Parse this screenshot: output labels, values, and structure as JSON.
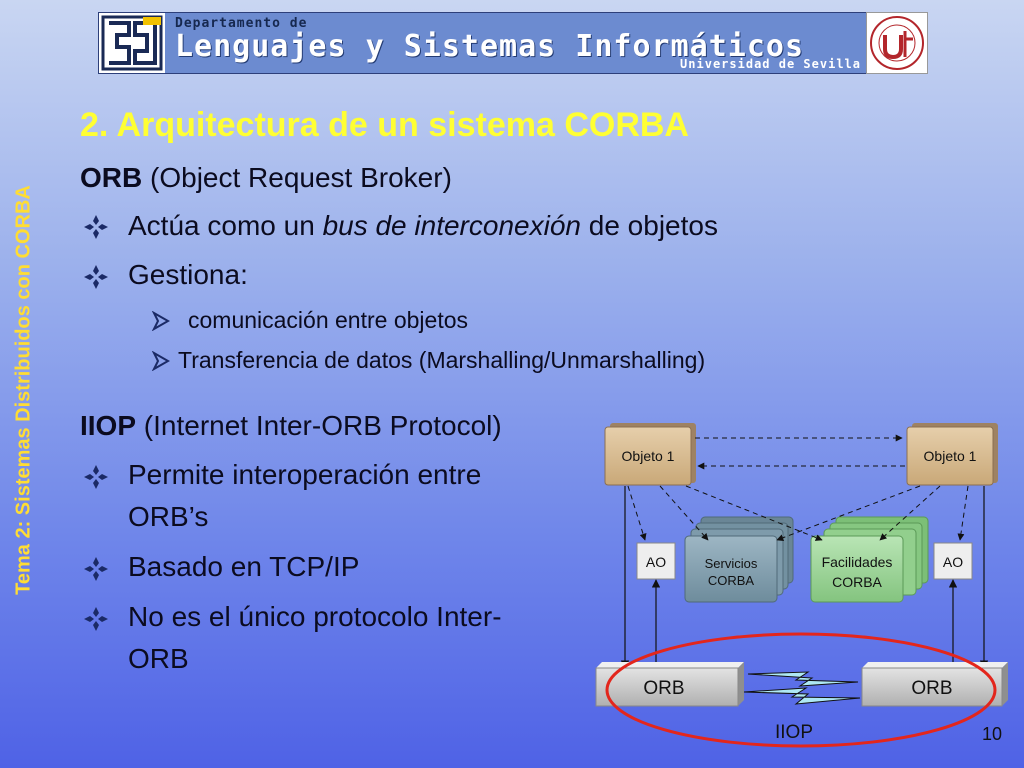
{
  "header": {
    "department_label": "Departamento de",
    "main_label": "Lenguajes y Sistemas Informáticos",
    "university_label": "Universidad de Sevilla"
  },
  "side_title": "Tema 2: Sistemas Distribuidos con CORBA",
  "slide_title": "2. Arquitectura de un sistema CORBA",
  "orb_section": {
    "heading_bold": "ORB",
    "heading_rest": " (Object Request Broker)",
    "bullet1_pre": "Actúa como un ",
    "bullet1_italic": "bus de interconexión",
    "bullet1_post": " de objetos",
    "bullet2": "Gestiona:",
    "sub1": "comunicación entre objetos",
    "sub2": "Transferencia de datos (Marshalling/Unmarshalling)"
  },
  "iiop_section": {
    "heading_bold": "IIOP",
    "heading_rest": " (Internet Inter-ORB Protocol)",
    "bullet1_line1": "Permite interoperación entre",
    "bullet1_line2": "ORB’s",
    "bullet2": "Basado en TCP/IP",
    "bullet3_line1": "No es el único protocolo Inter-",
    "bullet3_line2": "ORB"
  },
  "diagram": {
    "object_left": "Objeto 1",
    "object_right": "Objeto 1",
    "ao_left": "AO",
    "ao_right": "AO",
    "services_line1": "Servicios",
    "services_line2": "CORBA",
    "facilities_line1": "Facilidades",
    "facilities_line2": "CORBA",
    "orb_left": "ORB",
    "orb_right": "ORB",
    "iiop_label": "IIOP",
    "colors": {
      "object": "#d9bc94",
      "services": "#7f9cac",
      "facilities": "#9fd49b",
      "orb": "#c9c9c9",
      "highlight": "#e3261c"
    }
  },
  "page_number": "10"
}
